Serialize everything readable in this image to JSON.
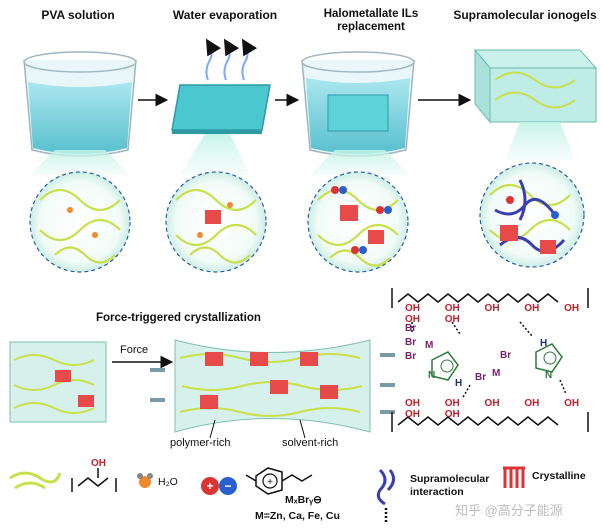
{
  "stages": [
    "PVA solution",
    "Water evaporation",
    "Halometallate ILs",
    "replacement",
    "Supramolecular ionogels"
  ],
  "force_panel": {
    "title": "Force-triggered crystallization",
    "force": "Force",
    "polymer_rich": "polymer-rich",
    "solvent_rich": "solvent-rich"
  },
  "molecule": {
    "br": "Br",
    "m": "M",
    "n": "N",
    "h": "H",
    "oh_row_top": "OH OH OH OH OH OH OH",
    "oh_row_bottom": "OH OH OH OH OH OH OH"
  },
  "legend": {
    "oh": "OH",
    "h2o": "H₂O",
    "mxbry": "MₓBrᵧ⊖",
    "metals": "M=Zn, Ca, Fe, Cu",
    "supramolecular_1": "Supramolecular",
    "supramolecular_2": "interaction",
    "crystalline": "Crystalline"
  },
  "watermark": "知乎 @高分子能源",
  "colors": {
    "polymer": "#c8e04a",
    "crystal": "#e84a4a",
    "cation": "#dd3333",
    "anion": "#2a5fd0",
    "supramolecular": "#3a3fb0",
    "gel": "#d6f1ec"
  }
}
